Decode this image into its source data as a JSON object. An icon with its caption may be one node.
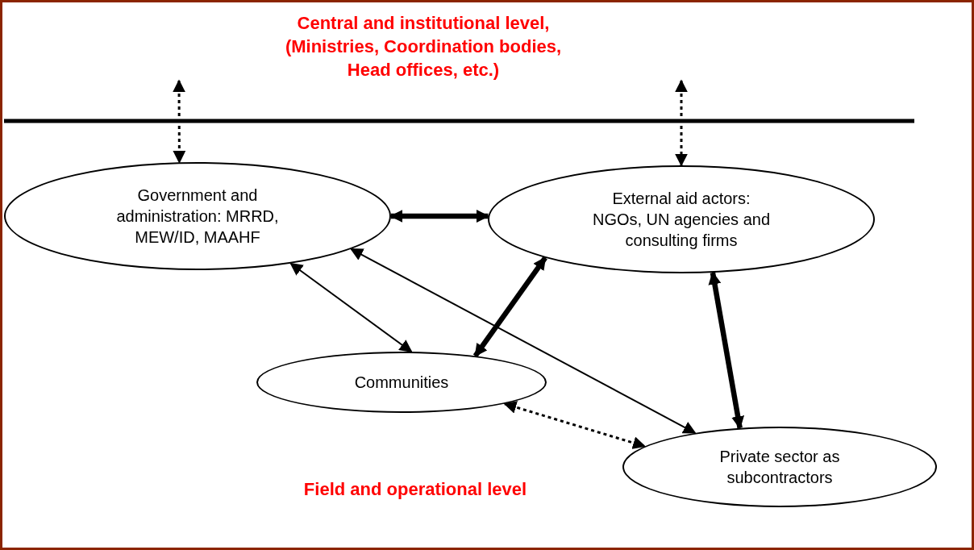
{
  "diagram": {
    "nodes": [
      {
        "text": [
          "Government and administration: MRRD, MEW/ID, MAAHF"
        ]
      },
      {
        "text": [
          "External aid actors: NGOs, UN agencies and consulting firms"
        ]
      },
      {
        "text": [
          "Communities"
        ]
      },
      {
        "text": [
          "Private sector as subcontractors"
        ]
      }
    ],
    "edges": [
      {
        "from": 0,
        "to": 1,
        "arrow": "both",
        "style": "thick"
      },
      {
        "from": 1,
        "to": 2,
        "arrow": "both",
        "style": "thick"
      },
      {
        "from": 0,
        "to": 3,
        "arrow": "both"
      },
      {
        "from": 0,
        "to": 2,
        "arrow": "both"
      },
      {
        "from": 1,
        "to": 3,
        "arrow": "both",
        "style": "thick"
      },
      {
        "from": 2,
        "to": 3,
        "arrow": "both",
        "style": "dashed"
      },
      {
        "from": null,
        "to": 0,
        "arrow": "both",
        "style": "dashed"
      },
      {
        "from": null,
        "to": 1,
        "arrow": "both",
        "style": "dashed"
      }
    ],
    "labels": [
      "Central and institutional level, (Ministries, Coordination bodies, Head offices, etc.)",
      "Field and operational level"
    ]
  }
}
